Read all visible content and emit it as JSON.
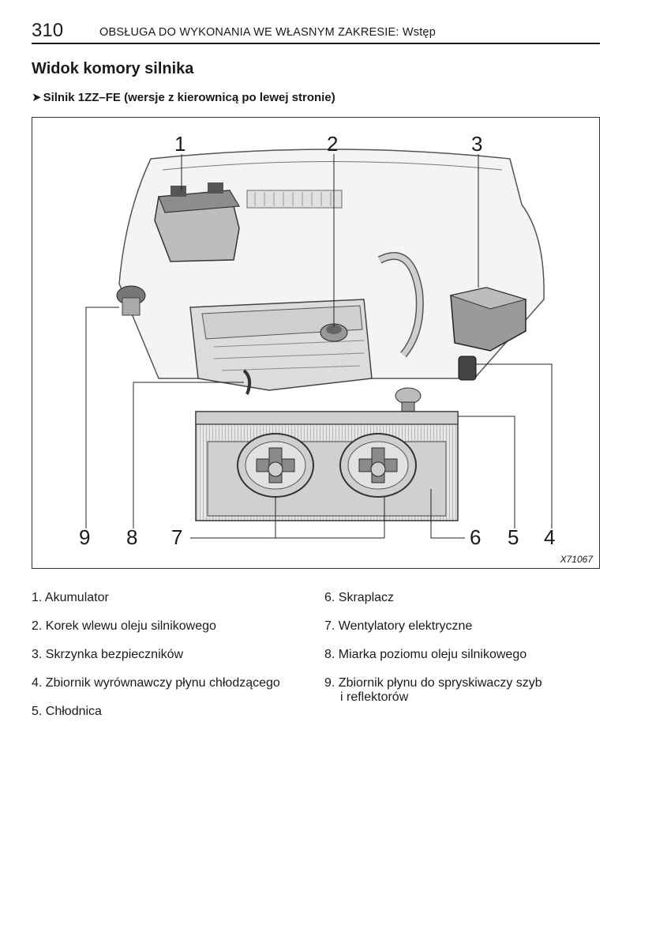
{
  "header": {
    "page_number": "310",
    "section": "OBSŁUGA DO WYKONANIA WE WŁASNYM ZAKRESIE: Wstęp"
  },
  "heading": "Widok komory silnika",
  "subheading": {
    "arrow": "➤",
    "text": "Silnik 1ZZ–FE (wersje z kierownicą po lewej stronie)"
  },
  "figure": {
    "callouts": [
      "1",
      "2",
      "3",
      "4",
      "5",
      "6",
      "7",
      "8",
      "9"
    ],
    "code": "X71067"
  },
  "legend": {
    "left": [
      "1. Akumulator",
      "2. Korek wlewu oleju silnikowego",
      "3. Skrzynka bezpieczników",
      "4. Zbiornik wyrównawczy płynu chłodzącego",
      "5. Chłodnica"
    ],
    "right": [
      "6. Skraplacz",
      "7. Wentylatory elektryczne",
      "8. Miarka poziomu oleju silnikowego",
      "9. Zbiornik płynu do spryskiwaczy szyb",
      "i reflektorów"
    ]
  }
}
